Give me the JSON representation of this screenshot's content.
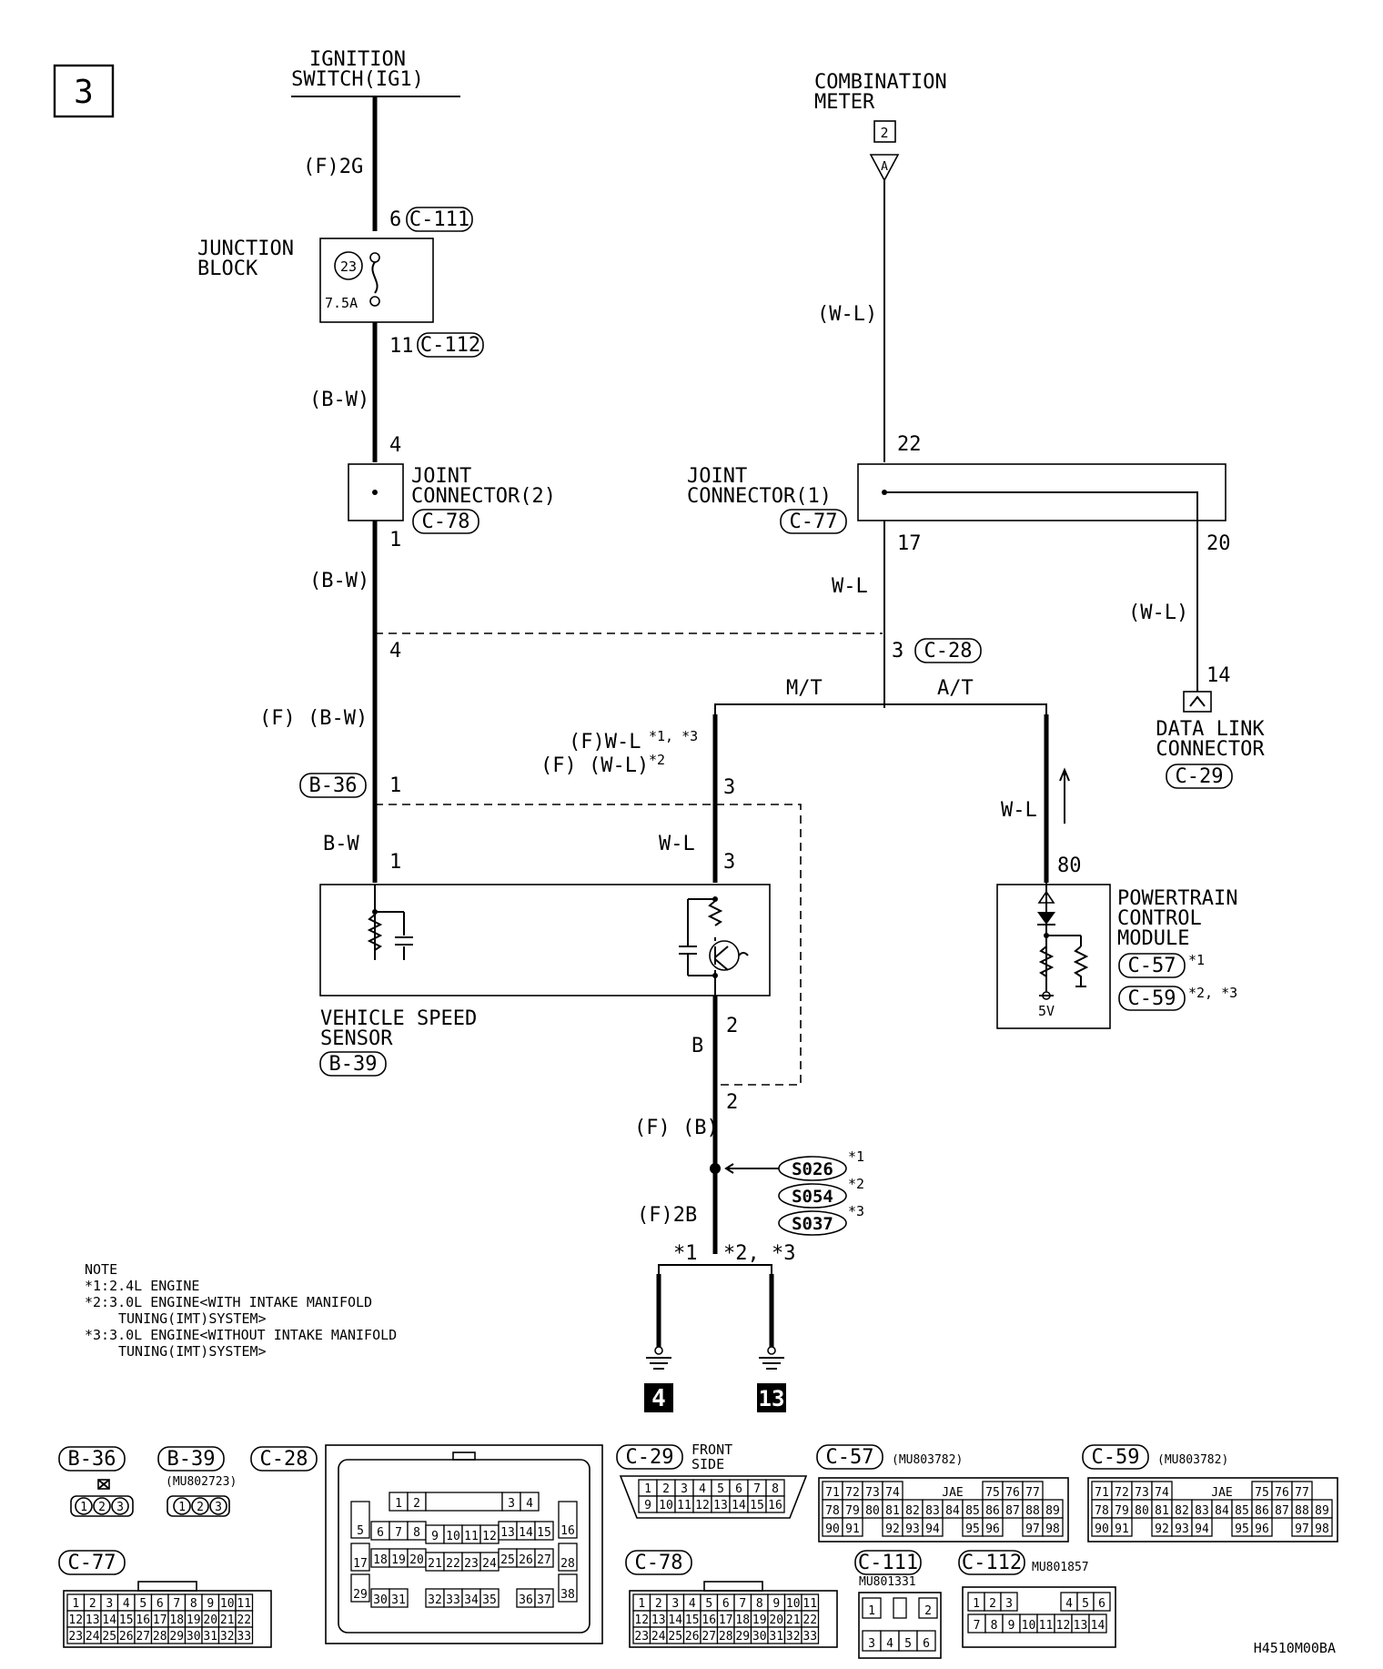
{
  "page_number": "3",
  "ignition": {
    "title_l1": "IGNITION",
    "title_l2": "SWITCH(IG1)",
    "wire": "(F)2G"
  },
  "combination_meter": {
    "title_l1": "COMBINATION",
    "title_l2": "METER",
    "ref": "2",
    "arrow_letter": "A",
    "wire": "(W-L)"
  },
  "junction_block": {
    "l1": "JUNCTION",
    "l2": "BLOCK",
    "fuse_no": "23",
    "fuse_rating": "7.5A",
    "pin_in": "6",
    "conn_in": "C-111",
    "pin_out": "11",
    "conn_out": "C-112"
  },
  "jc2": {
    "l1": "JOINT",
    "l2": "CONNECTOR(2)",
    "conn": "C-78",
    "pin_in": "4",
    "pin_out": "1",
    "wire_in": "(B-W)",
    "wire_out": "(B-W)"
  },
  "jc1": {
    "l1": "JOINT",
    "l2": "CONNECTOR(1)",
    "conn": "C-77",
    "pin_22": "22",
    "pin_17": "17",
    "pin_20": "20",
    "wire_17": "W-L",
    "wire_20": "(W-L)"
  },
  "c28": {
    "pin_left": "4",
    "pin_right": "3",
    "conn": "C-28"
  },
  "branches": {
    "mt": "M/T",
    "at": "A/T"
  },
  "wires": {
    "fbw": "(F) (B-W)",
    "fwl_1": "(F)W-L",
    "fwl_1_note": "*1, *3",
    "fwl_2": "(F) (W-L)",
    "fwl_2_note": "*2",
    "bw": "B-W",
    "wl": "W-L",
    "b": "B",
    "fb": "(F) (B)",
    "f2b": "(F)2B",
    "wl_pcm": "W-L"
  },
  "b36": {
    "conn": "B-36",
    "pin_top": "1",
    "pin_bottom": "1",
    "pin_wl_top": "3",
    "pin_wl_bottom": "3"
  },
  "vss": {
    "l1": "VEHICLE SPEED",
    "l2": "SENSOR",
    "conn": "B-39",
    "pin_2a": "2",
    "pin_2b": "2"
  },
  "pcm": {
    "l1": "POWERTRAIN",
    "l2": "CONTROL",
    "l3": "MODULE",
    "conn1": "C-57",
    "conn1_note": "*1",
    "conn2": "C-59",
    "conn2_note": "*2, *3",
    "pin": "80",
    "voltage": "5V"
  },
  "dlc": {
    "l1": "DATA LINK",
    "l2": "CONNECTOR",
    "conn": "C-29",
    "pin": "14"
  },
  "splices": [
    {
      "id": "S026",
      "note": "*1"
    },
    {
      "id": "S054",
      "note": "*2"
    },
    {
      "id": "S037",
      "note": "*3"
    }
  ],
  "grounds": {
    "note_left": "*1",
    "note_right": "*2, *3",
    "g_left": "4",
    "g_right": "13"
  },
  "note": {
    "title": "NOTE",
    "l1": "*1:2.4L ENGINE",
    "l2": "*2:3.0L ENGINE<WITH INTAKE MANIFOLD",
    "l3": "TUNING(IMT)SYSTEM>",
    "l4": "*3:3.0L ENGINE<WITHOUT INTAKE MANIFOLD",
    "l5": "TUNING(IMT)SYSTEM>"
  },
  "connector_views": {
    "b36": {
      "label": "B-36",
      "pins": [
        "1",
        "2",
        "3"
      ]
    },
    "b39": {
      "label": "B-39",
      "part": "(MU802723)",
      "pins": [
        "1",
        "2",
        "3"
      ]
    },
    "c28": {
      "label": "C-28"
    },
    "c29": {
      "label": "C-29",
      "side_l1": "FRONT",
      "side_l2": "SIDE"
    },
    "c57": {
      "label": "C-57",
      "part": "(MU803782)",
      "brand": "JAE"
    },
    "c59": {
      "label": "C-59",
      "part": "(MU803782)",
      "brand": "JAE"
    },
    "c77": {
      "label": "C-77"
    },
    "c78": {
      "label": "C-78"
    },
    "c111": {
      "label": "C-111",
      "part": "MU801331",
      "pins": [
        "1",
        "2",
        "3",
        "4",
        "5",
        "6"
      ]
    },
    "c112": {
      "label": "C-112",
      "part": "MU801857"
    }
  },
  "figure_code": "H4510M00BA"
}
